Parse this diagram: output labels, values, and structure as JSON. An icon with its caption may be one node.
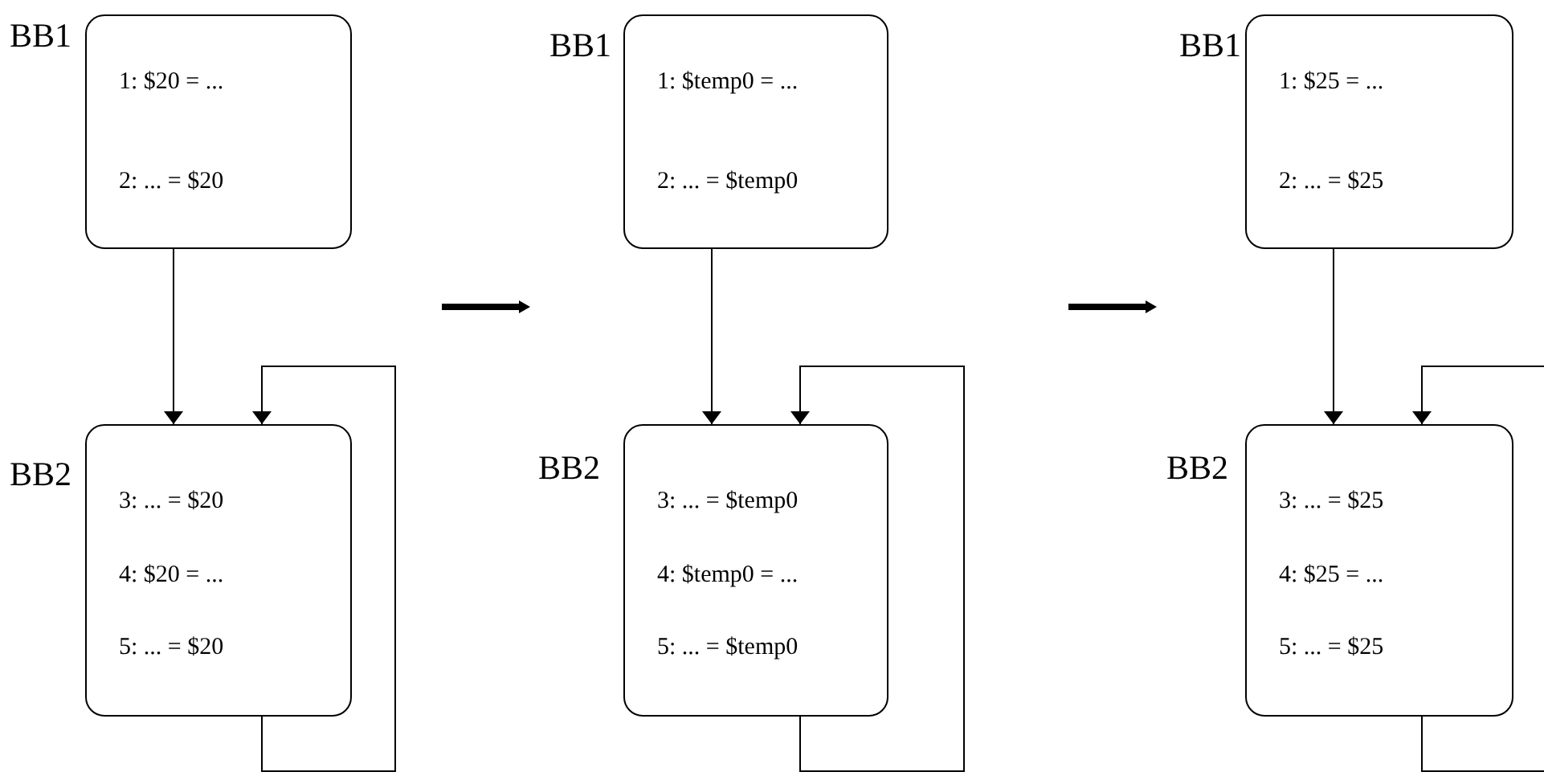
{
  "diagram": {
    "nodes": [
      {
        "text": [
          "BB1",
          "1: $20 = ...",
          "2: ... = $20"
        ]
      },
      {
        "text": [
          "BB2",
          "3: ... = $20",
          "4: $20 = ...",
          "5: ... = $20"
        ]
      },
      {
        "text": [
          "BB1",
          "1: $temp0 = ...",
          "2: ... = $temp0"
        ]
      },
      {
        "text": [
          "BB2",
          "3: ... = $temp0",
          "4: $temp0 = ...",
          "5: ... = $temp0"
        ]
      },
      {
        "text": [
          "BB1",
          "1: $25 = ...",
          "2: ... = $25"
        ]
      },
      {
        "text": [
          "BB2",
          "3: ... = $25",
          "4: $25 = ...",
          "5: ... = $25"
        ]
      }
    ],
    "edges": [
      {
        "from": 0,
        "to": 1,
        "arrow": "to"
      },
      {
        "from": 1,
        "to": 1,
        "arrow": "to"
      },
      {
        "from": 2,
        "to": 3,
        "arrow": "to"
      },
      {
        "from": 3,
        "to": 3,
        "arrow": "to"
      },
      {
        "from": 4,
        "to": 5,
        "arrow": "to"
      },
      {
        "from": 5,
        "to": 5,
        "arrow": "to"
      }
    ]
  }
}
